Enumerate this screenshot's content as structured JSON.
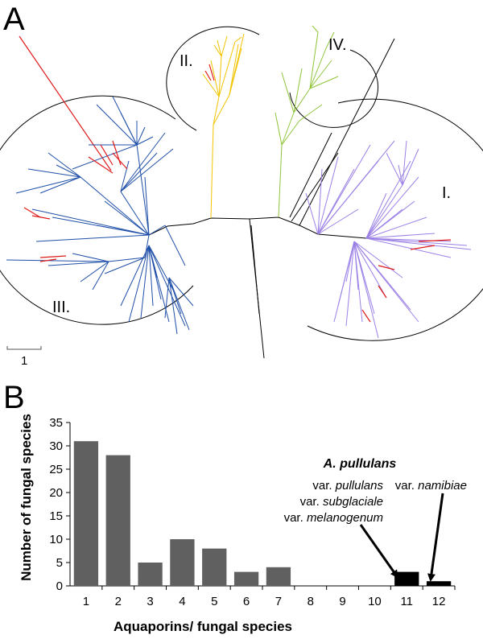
{
  "panels": {
    "a_label": "A",
    "b_label": "B"
  },
  "tree": {
    "clade_labels": [
      "I.",
      "II.",
      "III.",
      "IV."
    ],
    "scale_label": "1",
    "colors": {
      "I": "#9b80e6",
      "II": "#f2c400",
      "III": "#1f4fa8",
      "IV": "#8fc43b",
      "highlight": "#e01b1b",
      "other": "#000000"
    }
  },
  "chart_data": {
    "type": "bar",
    "categories": [
      "1",
      "2",
      "3",
      "4",
      "5",
      "6",
      "7",
      "8",
      "9",
      "10",
      "11",
      "12"
    ],
    "values": [
      31,
      28,
      5,
      10,
      8,
      3,
      4,
      0,
      0,
      0,
      3,
      1
    ],
    "highlight_categories": [
      "11",
      "12"
    ],
    "xlabel": "Aquaporins/ fungal species",
    "ylabel": "Number of fungal species",
    "ylim": [
      0,
      35
    ],
    "yticks": [
      0,
      5,
      10,
      15,
      20,
      25,
      30,
      35
    ],
    "grid": false,
    "bar_color": "#606060",
    "highlight_color": "#000000",
    "annotations": {
      "title": "A. pullulans",
      "group_11_lines": [
        {
          "prefix": "var. ",
          "name": "pullulans"
        },
        {
          "prefix": "var. ",
          "name": "subglaciale"
        },
        {
          "prefix": "var. ",
          "name": "melanogenum"
        }
      ],
      "group_12_line": {
        "prefix": "var. ",
        "name": "namibiae"
      }
    }
  }
}
